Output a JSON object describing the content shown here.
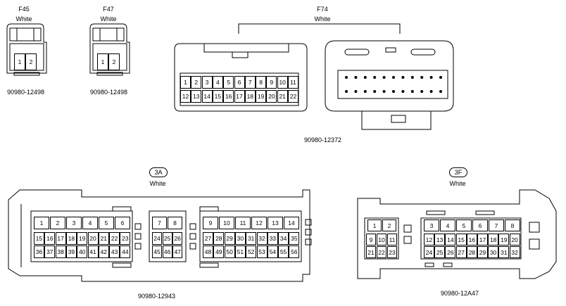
{
  "connectors": [
    {
      "id": "F45",
      "color": "White",
      "part": "90980-12498",
      "pins": [
        "1",
        "2"
      ]
    },
    {
      "id": "F47",
      "color": "White",
      "part": "90980-12498",
      "pins": [
        "1",
        "2"
      ]
    },
    {
      "id": "F74",
      "color": "White",
      "part": "90980-12372",
      "pins_top": [
        "1",
        "2",
        "3",
        "4",
        "5",
        "6",
        "7",
        "8",
        "9",
        "10",
        "11"
      ],
      "pins_bottom": [
        "12",
        "13",
        "14",
        "15",
        "16",
        "17",
        "18",
        "19",
        "20",
        "21",
        "22"
      ]
    },
    {
      "id": "3A",
      "color": "White",
      "part": "90980-12943"
    },
    {
      "id": "3F",
      "color": "White",
      "part": "90980-12A47"
    }
  ]
}
